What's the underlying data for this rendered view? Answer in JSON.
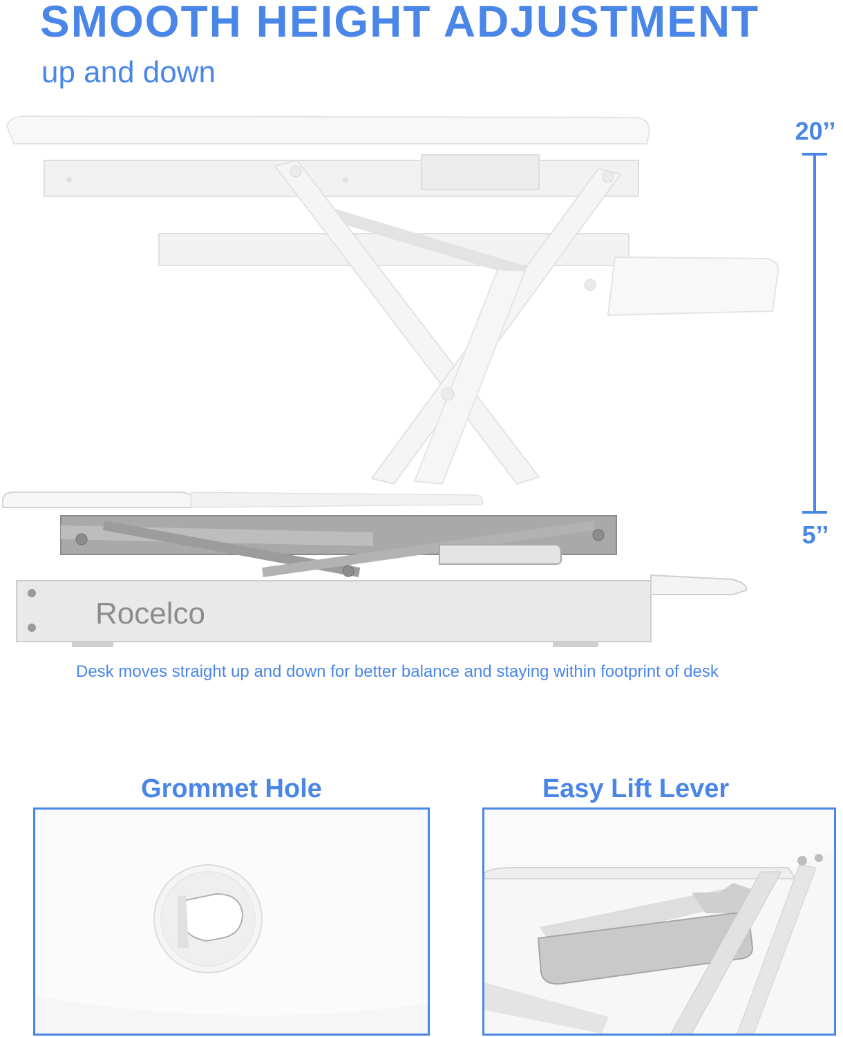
{
  "header": {
    "title": "SMOOTH HEIGHT ADJUSTMENT",
    "subtitle": "up and down"
  },
  "height_scale": {
    "max_label": "20’’",
    "min_label": "5’’"
  },
  "product": {
    "brand": "Rocelco"
  },
  "caption": "Desk moves straight up and down for better balance and staying within footprint of desk",
  "features": [
    {
      "title": "Grommet Hole"
    },
    {
      "title": "Easy Lift Lever"
    }
  ],
  "colors": {
    "accent": "#4a86e8",
    "desk_white": "#f2f2f2",
    "frame_gray": "#d6d6d6",
    "dark_frame": "#9a9a9a"
  }
}
